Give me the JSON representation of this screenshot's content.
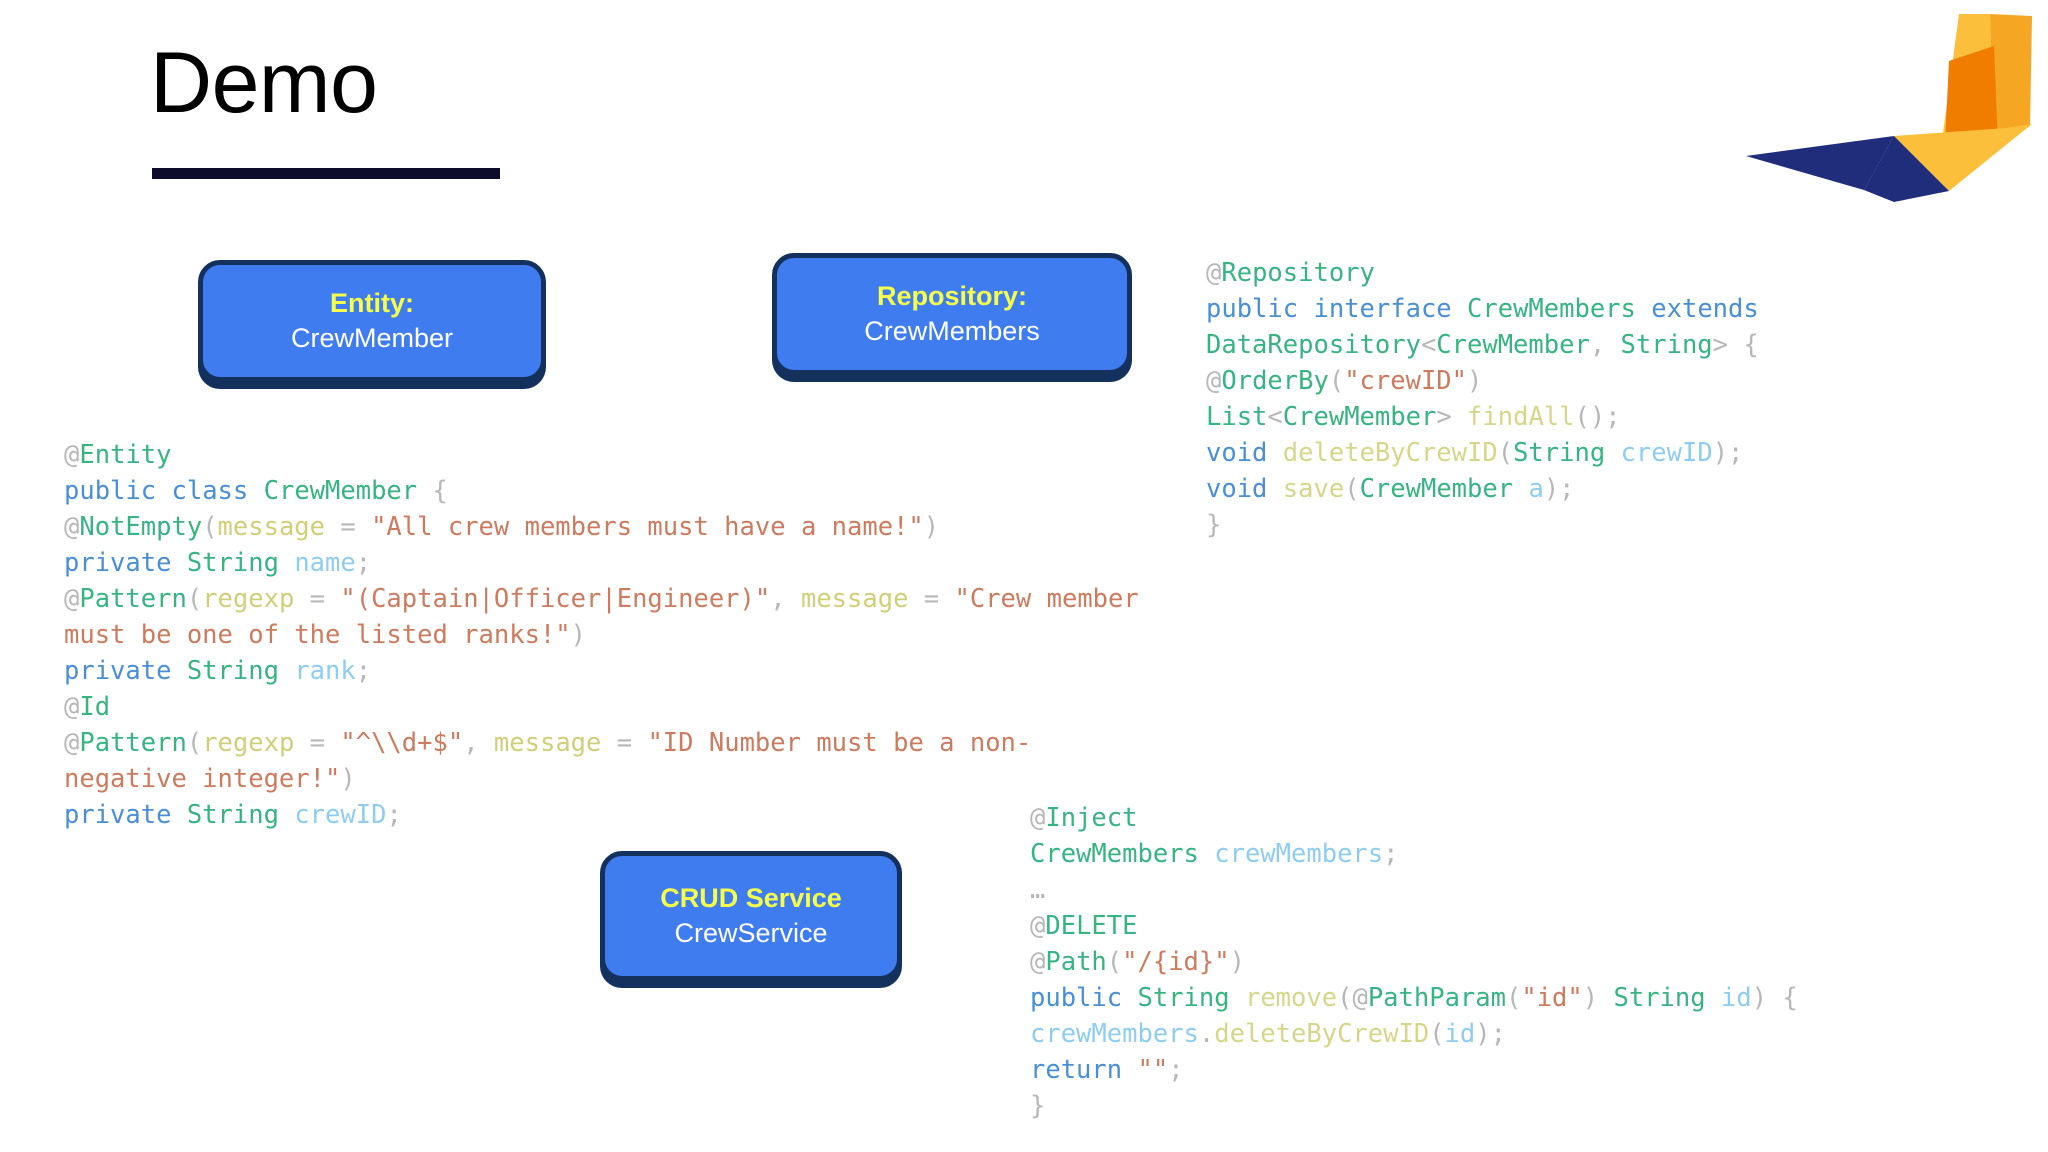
{
  "slide": {
    "title": "Demo",
    "accent_yellow": "#f6ff4a",
    "box_fill": "#3f7cf0",
    "box_border": "#14315e",
    "rule_color": "#0d0d2b"
  },
  "logo": {
    "name": "payara-sail-logo",
    "colors": [
      "#f5a623",
      "#fbbf3b",
      "#f07c00",
      "#1f2d7a"
    ]
  },
  "boxes": [
    {
      "id": "entity",
      "title": "Entity:",
      "subtitle": "CrewMember"
    },
    {
      "id": "repository",
      "title": "Repository:",
      "subtitle": "CrewMembers"
    },
    {
      "id": "service",
      "title": "CRUD Service",
      "subtitle": "CrewService"
    }
  ],
  "code_blocks": {
    "entity": {
      "label": "entity-code",
      "lines": [
        "@Entity",
        "public class CrewMember {",
        "@NotEmpty(message = \"All crew members must have a name!\")",
        "private String name;",
        "@Pattern(regexp = \"(Captain|Officer|Engineer)\", message = \"Crew member must be one of the listed ranks!\")",
        "private String rank;",
        "@Id",
        "@Pattern(regexp = \"^\\\\d+$\", message = \"ID Number must be a non-negative integer!\")",
        "private String crewID;"
      ]
    },
    "repository": {
      "label": "repository-code",
      "lines": [
        "@Repository",
        "public interface CrewMembers extends DataRepository<CrewMember, String> {",
        "@OrderBy(\"crewID\")",
        "List<CrewMember> findAll();",
        "void deleteByCrewID(String crewID);",
        "void save(CrewMember a);",
        "}"
      ]
    },
    "service": {
      "label": "service-code",
      "lines": [
        "@Inject",
        "CrewMembers crewMembers;",
        "…",
        "@DELETE",
        "@Path(\"/{id}\")",
        "public String remove(@PathParam(\"id\") String id) {",
        "crewMembers.deleteByCrewID(id);",
        "return \"\";",
        "}"
      ]
    }
  }
}
